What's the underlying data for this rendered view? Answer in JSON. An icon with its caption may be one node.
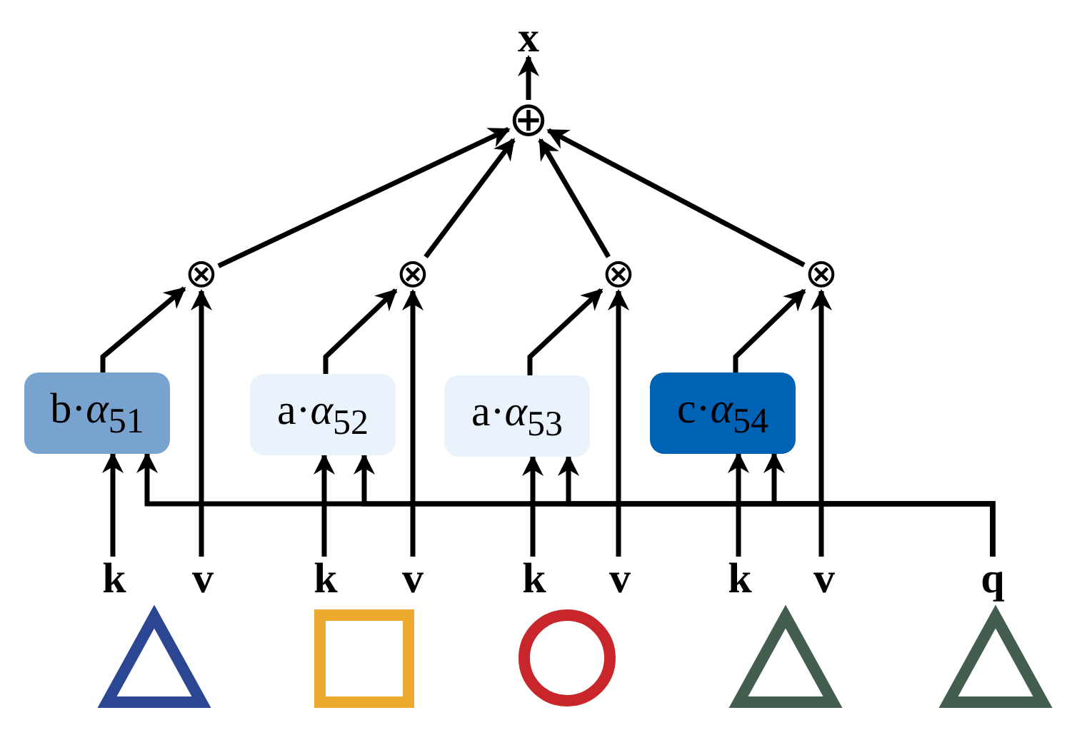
{
  "diagram": {
    "nodes": [
      {
        "text": [
          "x"
        ]
      },
      {
        "text": [
          "⊕"
        ]
      },
      {
        "text": [
          "⊗"
        ]
      },
      {
        "text": [
          "⊗"
        ]
      },
      {
        "text": [
          "⊗"
        ]
      },
      {
        "text": [
          "⊗"
        ]
      },
      {
        "text": [
          "b·*α*$_{51}$"
        ]
      },
      {
        "text": [
          "a·*α*$_{52}$"
        ]
      },
      {
        "text": [
          "a·*α*$_{53}$"
        ]
      },
      {
        "text": [
          "c·*α*$_{54}$"
        ]
      },
      {
        "text": [
          "k"
        ]
      },
      {
        "text": [
          "k"
        ]
      },
      {
        "text": [
          "k"
        ]
      },
      {
        "text": [
          "k"
        ]
      },
      {
        "text": [
          "v"
        ]
      },
      {
        "text": [
          "v"
        ]
      },
      {
        "text": [
          "v"
        ]
      },
      {
        "text": [
          "v"
        ]
      },
      {
        "text": [
          "q"
        ]
      }
    ],
    "edges": [
      {
        "from": 1,
        "to": 0,
        "arrow": "to"
      },
      {
        "from": 2,
        "to": 1,
        "arrow": "to"
      },
      {
        "from": 3,
        "to": 1,
        "arrow": "to"
      },
      {
        "from": 4,
        "to": 1,
        "arrow": "to"
      },
      {
        "from": 5,
        "to": 1,
        "arrow": "to"
      },
      {
        "from": 6,
        "to": 2,
        "arrow": "to"
      },
      {
        "from": 7,
        "to": 3,
        "arrow": "to"
      },
      {
        "from": 8,
        "to": 4,
        "arrow": "to"
      },
      {
        "from": 9,
        "to": 5,
        "arrow": "to"
      },
      {
        "from": 14,
        "to": 2,
        "arrow": "to"
      },
      {
        "from": 15,
        "to": 3,
        "arrow": "to"
      },
      {
        "from": 16,
        "to": 4,
        "arrow": "to"
      },
      {
        "from": 17,
        "to": 5,
        "arrow": "to"
      },
      {
        "from": 10,
        "to": 6,
        "arrow": "to"
      },
      {
        "from": 11,
        "to": 7,
        "arrow": "to"
      },
      {
        "from": 12,
        "to": 8,
        "arrow": "to"
      },
      {
        "from": 13,
        "to": 9,
        "arrow": "to"
      },
      {
        "from": 18,
        "to": 6,
        "arrow": "to"
      },
      {
        "from": 18,
        "to": 7,
        "arrow": "to"
      },
      {
        "from": 18,
        "to": 8,
        "arrow": "to"
      },
      {
        "from": 18,
        "to": 9,
        "arrow": "to"
      }
    ]
  }
}
